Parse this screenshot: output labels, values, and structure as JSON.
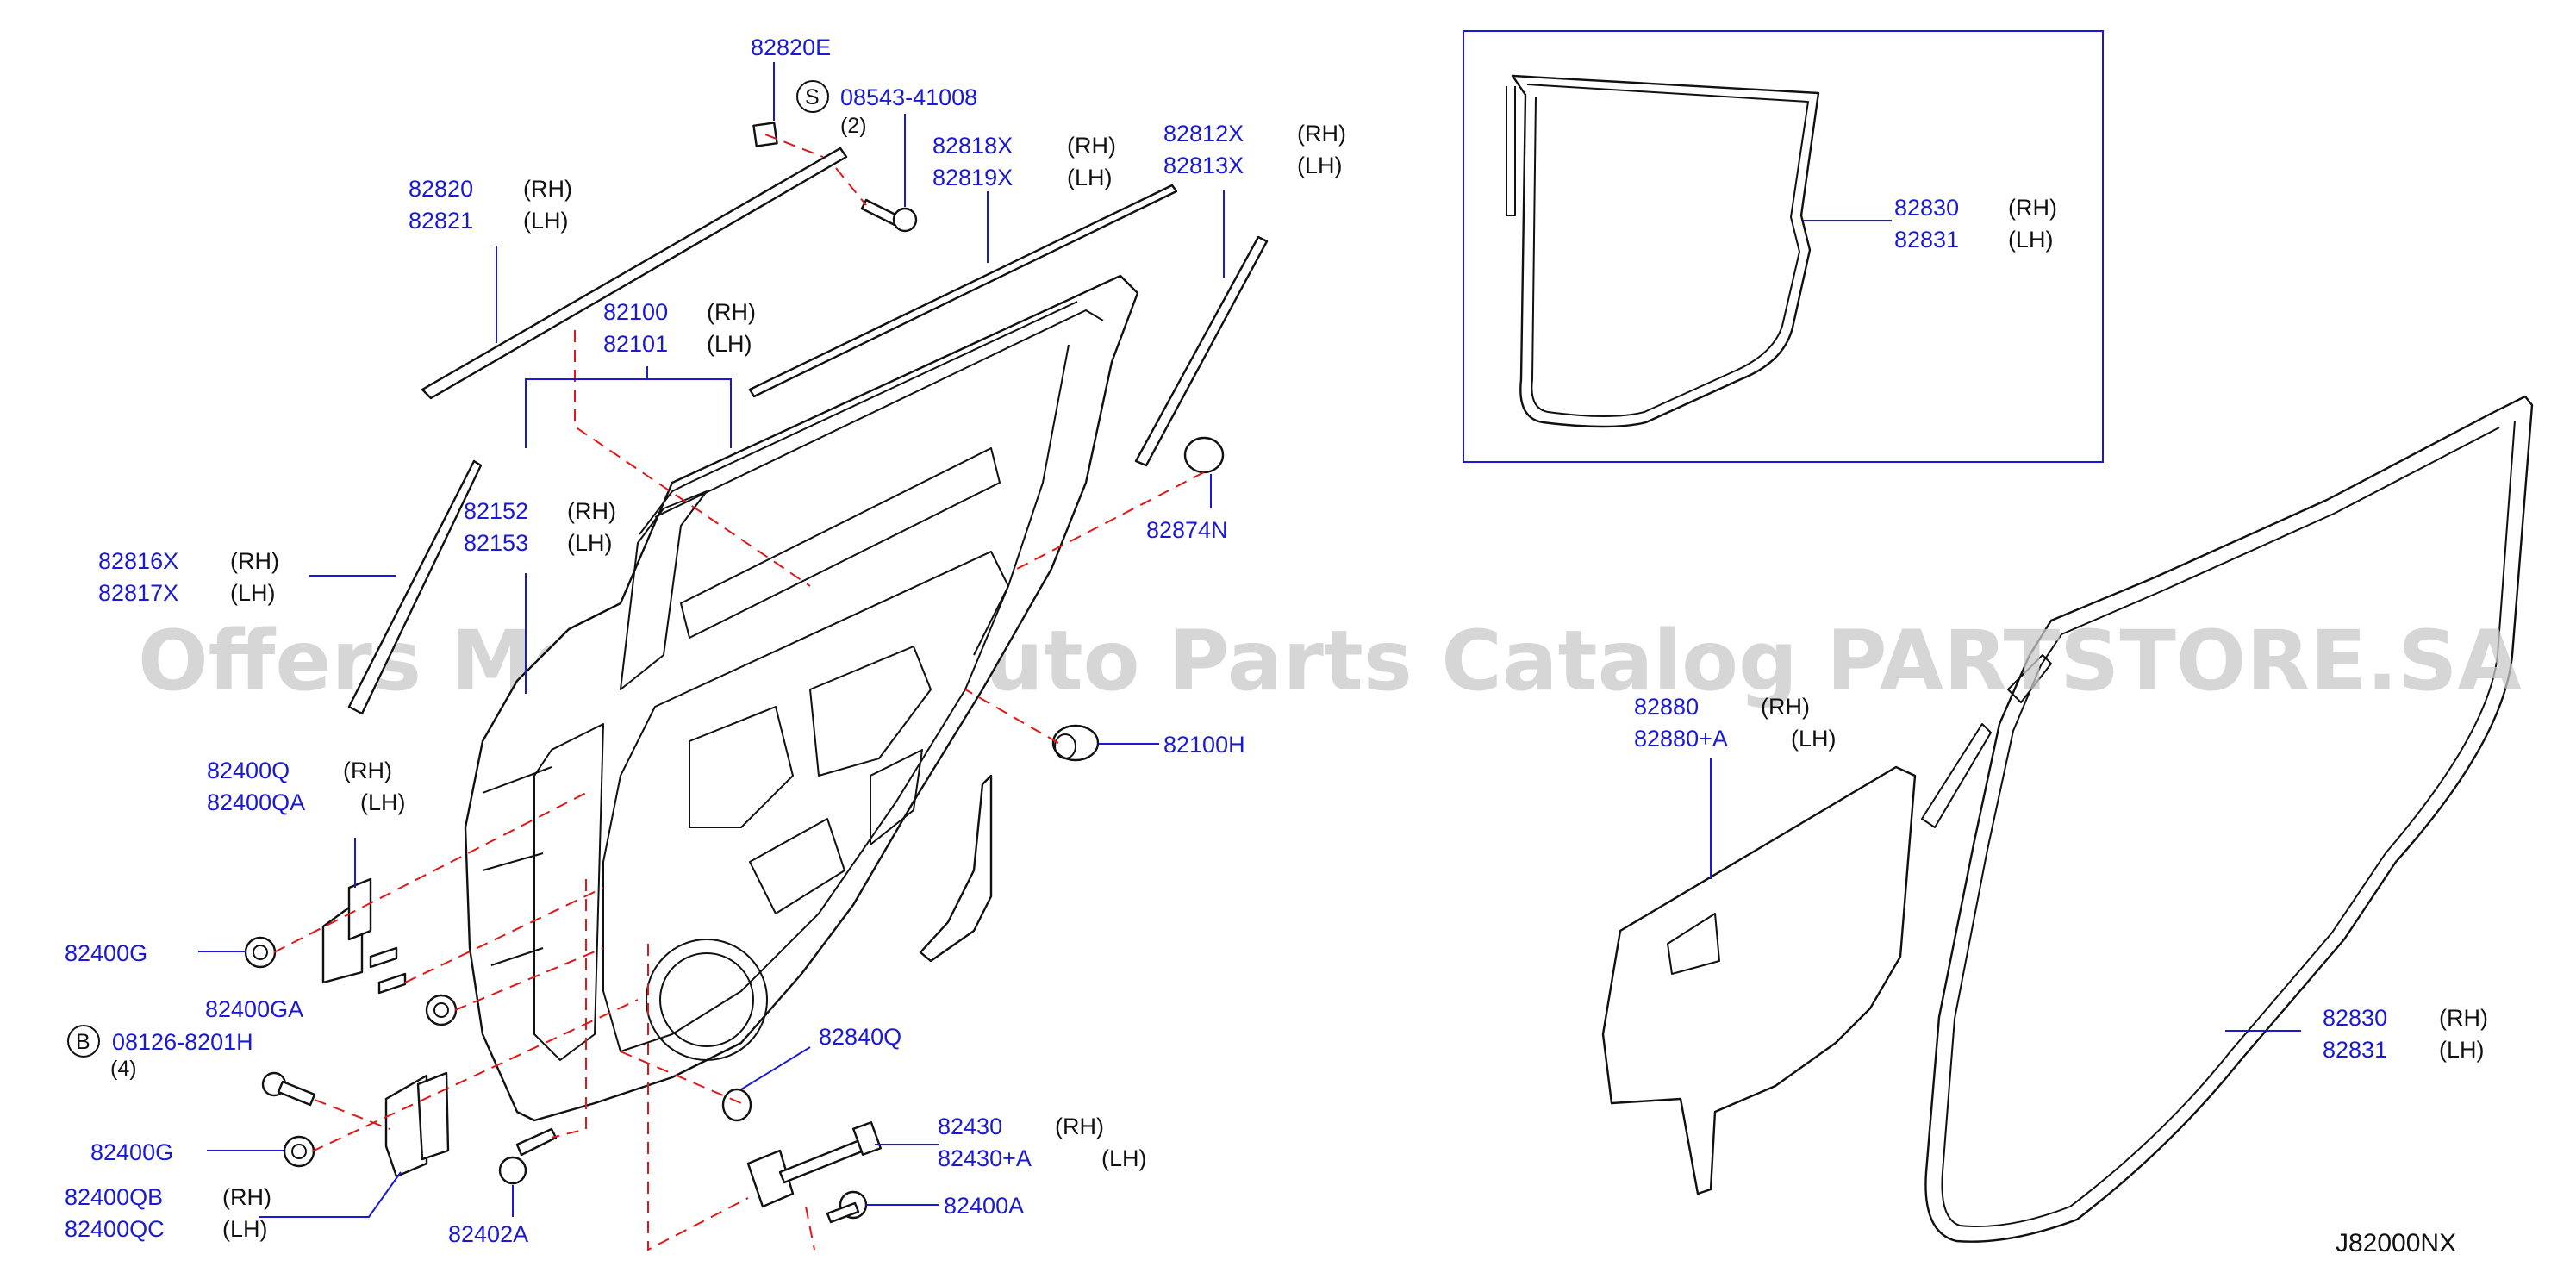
{
  "diagram": {
    "code": "J82000NX",
    "watermark": "Offers Merchant Auto Parts Catalog PARTSTORE.SA",
    "side_rh": "(RH)",
    "side_lh": "(LH)",
    "symbol_s": "S",
    "symbol_b": "B",
    "parts": {
      "p82820E": "82820E",
      "p0854341008": "08543-41008",
      "qty2": "(2)",
      "p82820": "82820",
      "p82821": "82821",
      "p82818X": "82818X",
      "p82819X": "82819X",
      "p82812X": "82812X",
      "p82813X": "82813X",
      "p82100": "82100",
      "p82101": "82101",
      "p82152": "82152",
      "p82153": "82153",
      "p82816X": "82816X",
      "p82817X": "82817X",
      "p82874N": "82874N",
      "p82100H": "82100H",
      "p82400Q": "82400Q",
      "p82400QA": "82400QA",
      "p82400G_a": "82400G",
      "p82400GA": "82400GA",
      "p081268201H": "08126-8201H",
      "qty4": "(4)",
      "p82400G_b": "82400G",
      "p82400QB": "82400QB",
      "p82400QC": "82400QC",
      "p82402A": "82402A",
      "p82840Q": "82840Q",
      "p82430": "82430",
      "p82430A": "82430+A",
      "p82400A": "82400A",
      "p82830_a": "82830",
      "p82831_a": "82831",
      "p82880": "82880",
      "p82880A": "82880+A",
      "p82830_b": "82830",
      "p82831_b": "82831"
    }
  }
}
